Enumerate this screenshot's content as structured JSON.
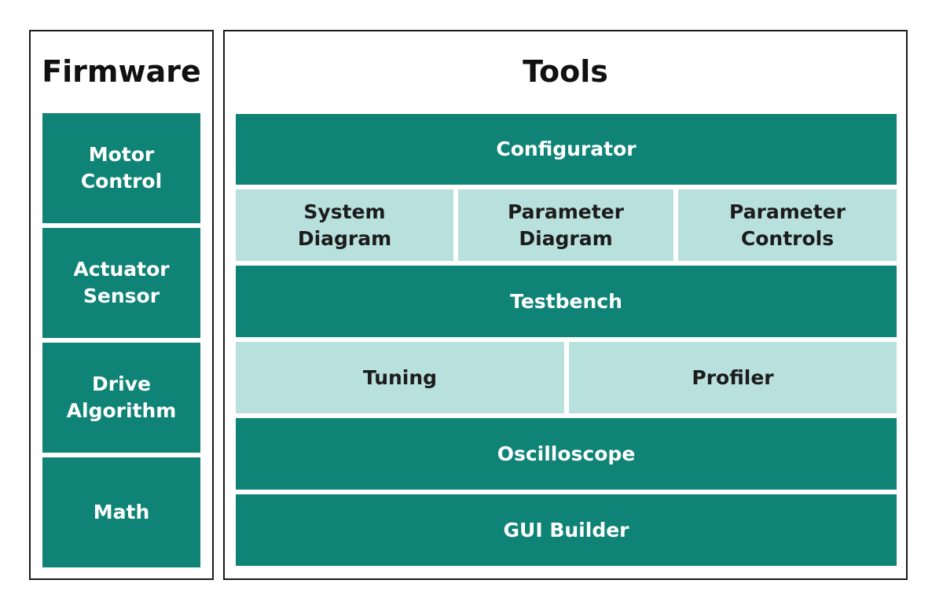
{
  "firmware": {
    "title": "Firmware",
    "items": [
      {
        "label": "Motor\nControl"
      },
      {
        "label": "Actuator\nSensor"
      },
      {
        "label": "Drive\nAlgorithm"
      },
      {
        "label": "Math"
      }
    ]
  },
  "tools": {
    "title": "Tools",
    "configurator": "Configurator",
    "configurator_items": [
      {
        "label": "System\nDiagram"
      },
      {
        "label": "Parameter\nDiagram"
      },
      {
        "label": "Parameter\nControls"
      }
    ],
    "testbench": "Testbench",
    "testbench_items": [
      {
        "label": "Tuning"
      },
      {
        "label": "Profiler"
      }
    ],
    "oscilloscope": "Oscilloscope",
    "gui_builder": "GUI Builder"
  },
  "colors": {
    "dark_teal": "#0e8376",
    "light_teal": "#b8e0dc",
    "border": "#1a1a1a"
  }
}
